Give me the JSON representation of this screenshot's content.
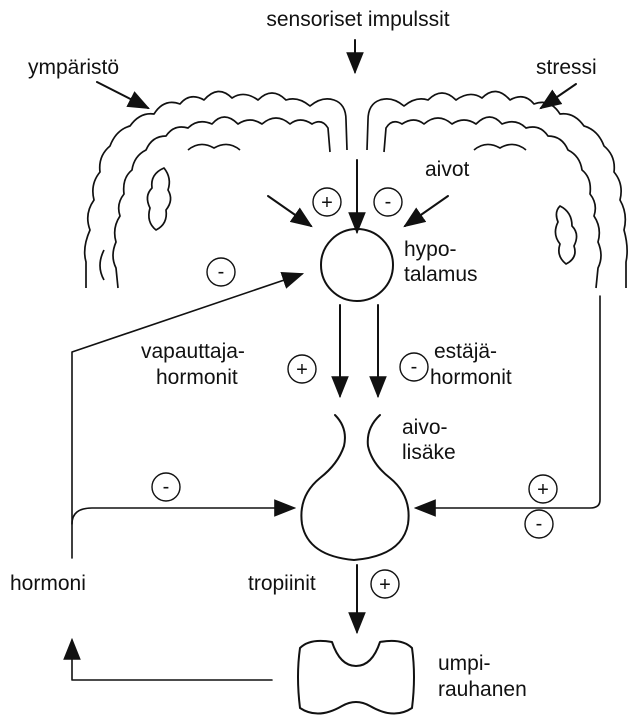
{
  "labels": {
    "sensory": "sensoriset impulssit",
    "environment": "ympäristö",
    "stress": "stressi",
    "brain": "aivot",
    "hypothalamus_1": "hypo-",
    "hypothalamus_2": "talamus",
    "releasing_1": "vapauttaja-",
    "releasing_2": "hormonit",
    "inhibiting_1": "estäjä-",
    "inhibiting_2": "hormonit",
    "pituitary_1": "aivo-",
    "pituitary_2": "lisäke",
    "hormone": "hormoni",
    "tropins": "tropiinit",
    "gland_1": "umpi-",
    "gland_2": "rauhanen"
  },
  "signs": {
    "brain_plus": "+",
    "brain_minus": "-",
    "left_minus": "-",
    "releasing_plus": "+",
    "inhibiting_minus": "-",
    "feedback_minus": "-",
    "stress_plus": "+",
    "stress_minus": "-",
    "tropins_plus": "+"
  }
}
